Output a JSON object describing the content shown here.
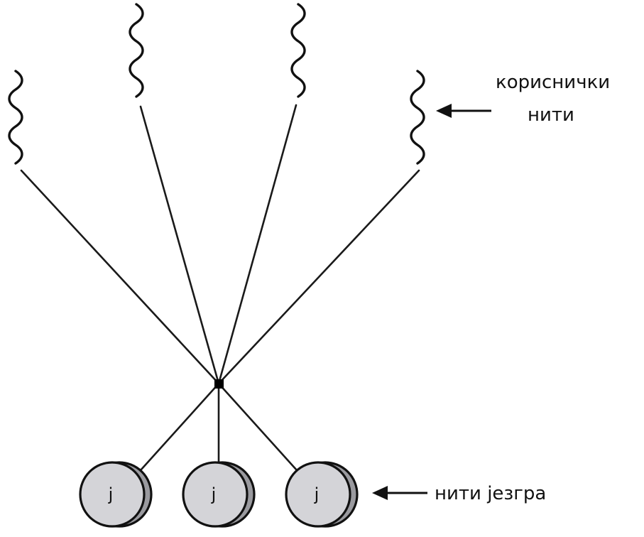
{
  "diagram": {
    "user_threads_label_line1": "кориснички",
    "user_threads_label_line2": "нити",
    "kernel_threads_label": "нити језгра",
    "kernel_threads": [
      {
        "label": "j"
      },
      {
        "label": "j"
      },
      {
        "label": "j"
      }
    ]
  },
  "colors": {
    "line": "#111111",
    "disk_front": "#d4d4d8",
    "disk_back": "#9a9a9f",
    "background": "#ffffff"
  }
}
